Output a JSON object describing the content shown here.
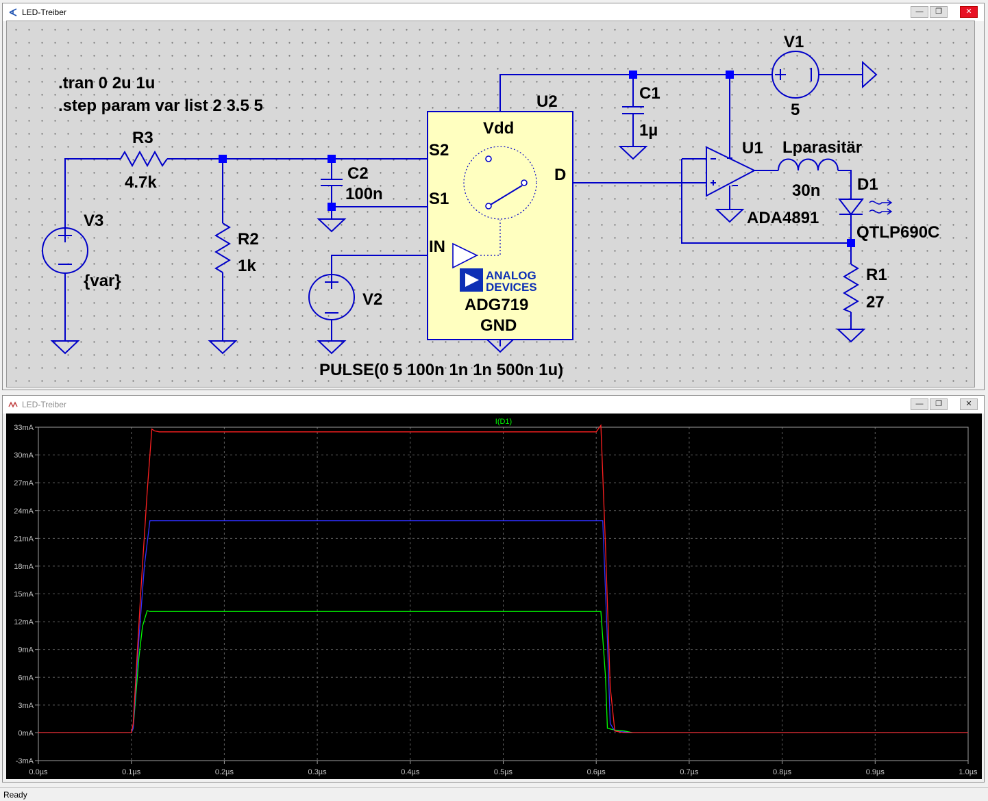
{
  "schematic_window": {
    "title": "LED-Treiber",
    "directives": [
      ".tran 0 2u 1u",
      ".step param var list 2 3.5 5"
    ],
    "components": {
      "R3": {
        "ref": "R3",
        "value": "4.7k"
      },
      "R2": {
        "ref": "R2",
        "value": "1k"
      },
      "R1": {
        "ref": "R1",
        "value": "27"
      },
      "C2": {
        "ref": "C2",
        "value": "100n"
      },
      "C1": {
        "ref": "C1",
        "value": "1µ"
      },
      "V3": {
        "ref": "V3",
        "value": "{var}"
      },
      "V2": {
        "ref": "V2",
        "value": "PULSE(0 5 100n 1n 1n 500n 1u)"
      },
      "V1": {
        "ref": "V1",
        "value": "5"
      },
      "U2": {
        "ref": "U2",
        "part": "ADG719",
        "pin_vdd": "Vdd",
        "pin_gnd": "GND",
        "pin_s2": "S2",
        "pin_s1": "S1",
        "pin_in": "IN",
        "pin_d": "D",
        "logo_line1": "ANALOG",
        "logo_line2": "DEVICES"
      },
      "U1": {
        "ref": "U1",
        "part": "ADA4891"
      },
      "L": {
        "ref": "Lparasitär",
        "value": "30n"
      },
      "D1": {
        "ref": "D1",
        "part": "QTLP690C"
      }
    }
  },
  "plot_window": {
    "title": "LED-Treiber",
    "trace_label": "I(D1)"
  },
  "status": {
    "text": "Ready"
  },
  "colors": {
    "wire": "#0000c8",
    "junction": "#0000ff",
    "ic_fill": "#ffffc0",
    "grid": "#606060",
    "trace_green": "#00ff00",
    "trace_blue": "#3030ff",
    "trace_red": "#ff2020"
  },
  "chart_data": {
    "type": "line",
    "title": "I(D1)",
    "xlabel": "",
    "ylabel": "",
    "x_unit": "µs",
    "y_unit": "mA",
    "xlim": [
      0.0,
      1.0
    ],
    "ylim": [
      -3,
      33
    ],
    "grid": true,
    "x_ticks": [
      "0.0µs",
      "0.1µs",
      "0.2µs",
      "0.3µs",
      "0.4µs",
      "0.5µs",
      "0.6µs",
      "0.7µs",
      "0.8µs",
      "0.9µs",
      "1.0µs"
    ],
    "y_ticks": [
      "-3mA",
      "0mA",
      "3mA",
      "6mA",
      "9mA",
      "12mA",
      "15mA",
      "18mA",
      "21mA",
      "24mA",
      "27mA",
      "30mA",
      "33mA"
    ],
    "series": [
      {
        "color": "#00ff00",
        "x": [
          0,
          0.1,
          0.102,
          0.108,
          0.112,
          0.117,
          0.12,
          0.6,
          0.605,
          0.61,
          0.612,
          0.62,
          0.63,
          0.64,
          1.0
        ],
        "y": [
          0,
          0,
          0.5,
          8,
          11.5,
          13.2,
          13.1,
          13.1,
          13.1,
          6,
          0.5,
          0.3,
          0.2,
          0,
          0
        ]
      },
      {
        "color": "#3030ff",
        "x": [
          0,
          0.1,
          0.102,
          0.108,
          0.114,
          0.12,
          0.122,
          0.6,
          0.607,
          0.612,
          0.615,
          0.62,
          0.63,
          0.64,
          1.0
        ],
        "y": [
          0,
          0,
          0.5,
          10,
          18,
          22.9,
          22.9,
          22.9,
          22.9,
          10,
          1,
          0.2,
          0.1,
          0,
          0
        ]
      },
      {
        "color": "#ff2020",
        "x": [
          0,
          0.1,
          0.102,
          0.11,
          0.117,
          0.122,
          0.125,
          0.13,
          0.6,
          0.605,
          0.61,
          0.615,
          0.62,
          0.63,
          1.0
        ],
        "y": [
          0,
          0,
          1,
          15,
          26,
          32.8,
          32.6,
          32.5,
          32.5,
          33.2,
          20,
          5,
          0.2,
          0,
          0
        ]
      }
    ]
  }
}
